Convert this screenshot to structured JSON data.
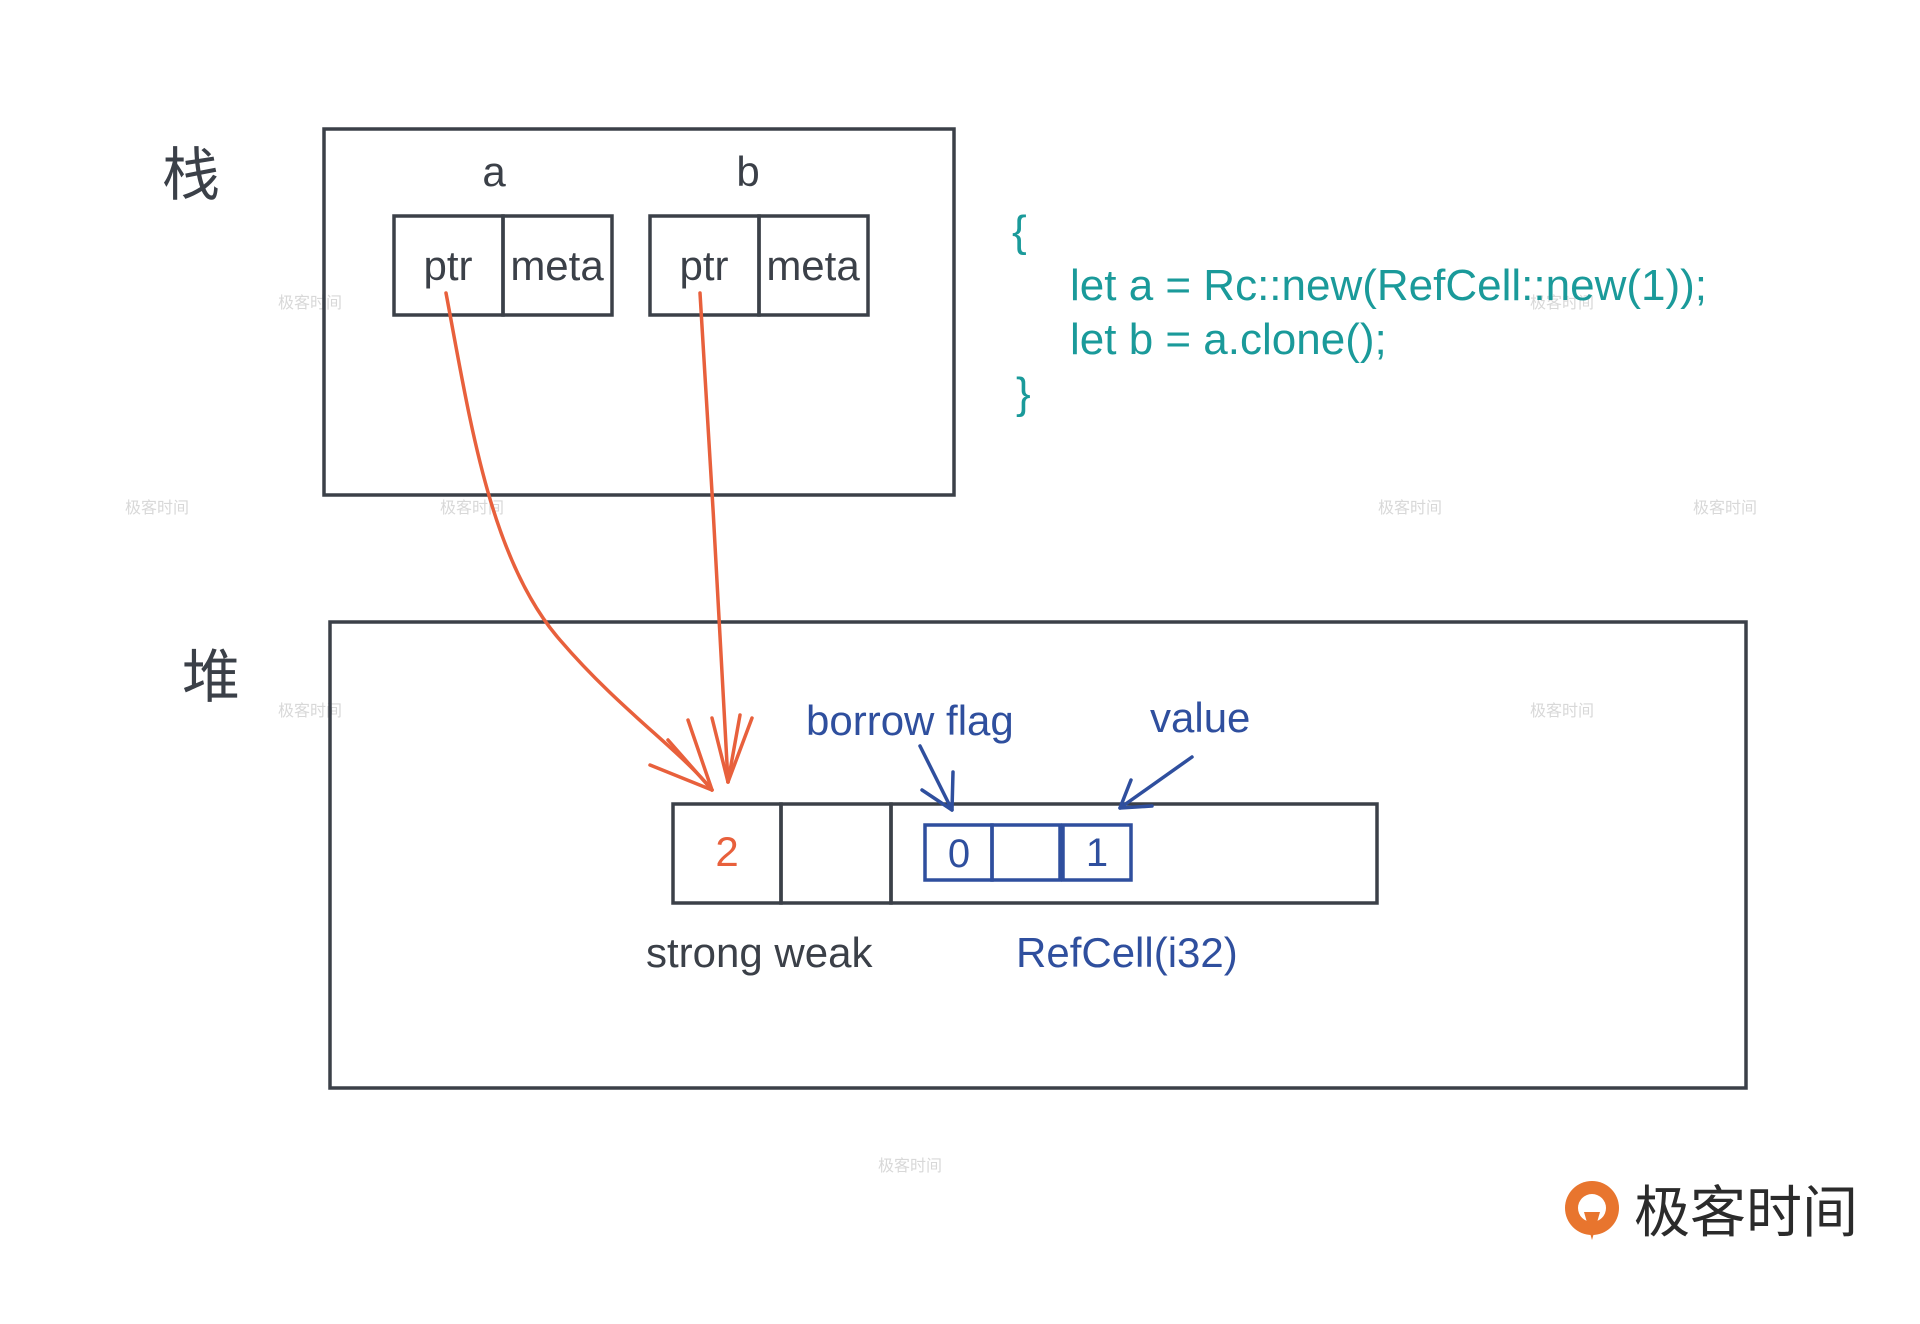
{
  "labels": {
    "stack": "栈",
    "heap": "堆",
    "var_a": "a",
    "var_b": "b",
    "ptr": "ptr",
    "meta": "meta",
    "strong_value": "2",
    "strong_weak": "strong weak",
    "borrow_flag": "borrow flag",
    "value": "value",
    "borrow_flag_value": "0",
    "cell_value": "1",
    "refcell_type": "RefCell(i32)"
  },
  "code": {
    "open_brace": "{",
    "line1": "let a = Rc::new(RefCell::new(1));",
    "line2": "let b = a.clone();",
    "close_brace": "}"
  },
  "logo": {
    "text": "极客时间"
  },
  "watermark": "极客时间",
  "colors": {
    "box_stroke": "#3b4048",
    "pointer_arrow": "#e8603c",
    "annotation_blue": "#2f4f9e",
    "code_teal": "#1a9a9a",
    "strong_count": "#e8603c",
    "logo_orange": "#e8752e",
    "logo_text": "#2b2b2b"
  }
}
